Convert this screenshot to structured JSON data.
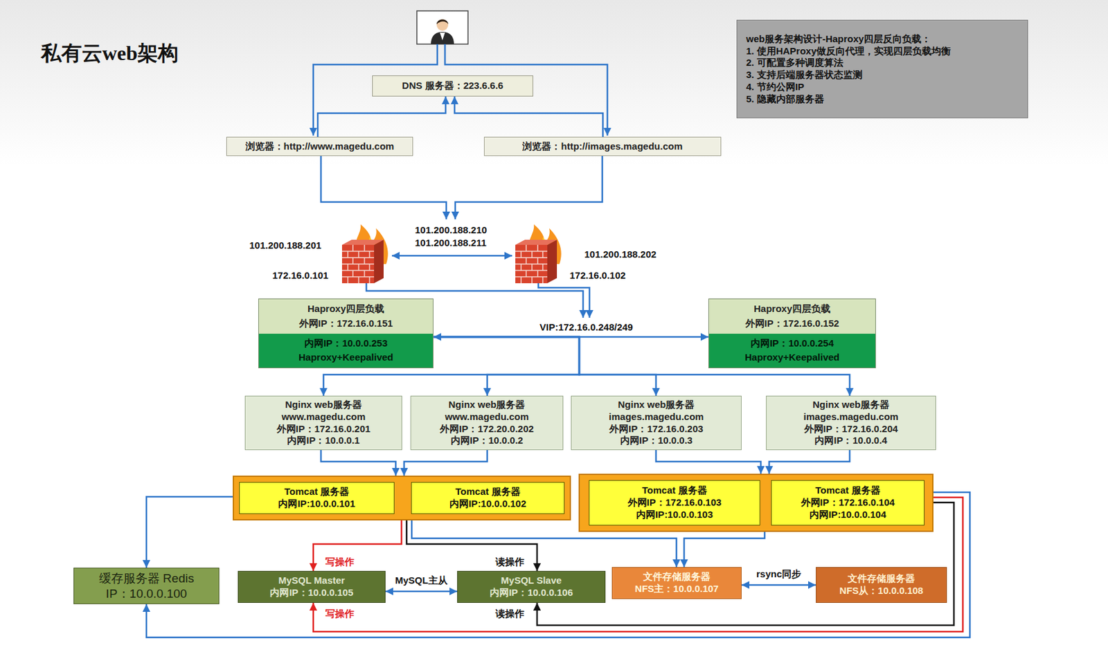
{
  "diagram": {
    "title": "私有云web架构",
    "nodes": [
      {
        "text": [
          "web服务架构设计-Haproxy四层反向负载：",
          "1. 使用HAProxy做反向代理，实现四层负载均衡",
          "2. 可配置多种调度算法",
          "3. 支持后端服务器状态监测",
          "4. 节约公网IP",
          "5. 隐藏内部服务器"
        ]
      },
      {
        "text": [
          "DNS 服务器：223.6.6.6"
        ]
      },
      {
        "text": [
          "浏览器：http://www.magedu.com"
        ]
      },
      {
        "text": [
          "浏览器：http://images.magedu.com"
        ]
      },
      {
        "text": [
          "Haproxy四层负载",
          "外网IP：172.16.0.151",
          "内网IP：10.0.0.253",
          "Haproxy+Keepalived"
        ]
      },
      {
        "text": [
          "Haproxy四层负载",
          "外网IP：172.16.0.152",
          "内网IP：10.0.0.254",
          "Haproxy+Keepalived"
        ]
      },
      {
        "text": [
          "Nginx web服务器",
          "www.magedu.com",
          "外网IP：172.16.0.201",
          "内网IP：10.0.0.1"
        ]
      },
      {
        "text": [
          "Nginx web服务器",
          "www.magedu.com",
          "外网IP：172.20.0.202",
          "内网IP：10.0.0.2"
        ]
      },
      {
        "text": [
          "Nginx web服务器",
          "images.magedu.com",
          "外网IP：172.16.0.203",
          "内网IP：10.0.0.3"
        ]
      },
      {
        "text": [
          "Nginx web服务器",
          "images.magedu.com",
          "外网IP：172.16.0.204",
          "内网IP：10.0.0.4"
        ]
      },
      {
        "text": []
      },
      {
        "text": [
          "Tomcat 服务器",
          "内网IP:10.0.0.101"
        ],
        "in": 10
      },
      {
        "text": [
          "Tomcat 服务器",
          "内网IP:10.0.0.102"
        ],
        "in": 10
      },
      {
        "text": []
      },
      {
        "text": [
          "Tomcat 服务器",
          "外网IP：172.16.0.103",
          "内网IP:10.0.0.103"
        ],
        "in": 13
      },
      {
        "text": [
          "Tomcat 服务器",
          "外网IP：172.16.0.104",
          "内网IP:10.0.0.104"
        ],
        "in": 13
      },
      {
        "text": [
          "缓存服务器 Redis",
          "IP：10.0.0.100"
        ]
      },
      {
        "text": [
          "MySQL Master",
          "内网IP：10.0.0.105"
        ]
      },
      {
        "text": [
          "MySQL Slave",
          "内网IP：10.0.0.106"
        ]
      },
      {
        "text": [
          "文件存储服务器",
          "NFS主：10.0.0.107"
        ]
      },
      {
        "text": [
          "文件存储服务器",
          "NFS从：10.0.0.108"
        ]
      }
    ],
    "edges": [
      {
        "from": 2,
        "to": 1,
        "arrow": "to"
      },
      {
        "from": 3,
        "to": 1,
        "arrow": "to"
      },
      {
        "from": 4,
        "to": 5,
        "arrow": "both",
        "label": "VIP:172.16.0.248/249"
      },
      {
        "from": 4,
        "to": 6,
        "arrow": "to"
      },
      {
        "from": 4,
        "to": 7,
        "arrow": "to"
      },
      {
        "from": 4,
        "to": 8,
        "arrow": "to"
      },
      {
        "from": 4,
        "to": 9,
        "arrow": "to"
      },
      {
        "from": 6,
        "to": 10,
        "arrow": "to"
      },
      {
        "from": 7,
        "to": 10,
        "arrow": "to"
      },
      {
        "from": 8,
        "to": 13,
        "arrow": "to"
      },
      {
        "from": 9,
        "to": 13,
        "arrow": "to"
      },
      {
        "from": 10,
        "to": 16,
        "arrow": "to"
      },
      {
        "from": 10,
        "to": 17,
        "arrow": "to",
        "label": "写操作"
      },
      {
        "from": 10,
        "to": 18,
        "arrow": "to",
        "label": "读操作"
      },
      {
        "from": 10,
        "to": 19,
        "arrow": "to"
      },
      {
        "from": 13,
        "to": 19,
        "arrow": "to"
      },
      {
        "from": 13,
        "to": 17,
        "arrow": "to",
        "label": "写操作"
      },
      {
        "from": 13,
        "to": 18,
        "arrow": "to",
        "label": "读操作"
      },
      {
        "from": 13,
        "to": 16,
        "arrow": "to"
      },
      {
        "from": 17,
        "to": 18,
        "arrow": "both",
        "label": "MySQL主从"
      },
      {
        "from": 19,
        "to": 20,
        "arrow": "both",
        "label": "rsync同步"
      }
    ],
    "labels": [
      "101.200.188.201",
      "172.16.0.101",
      "101.200.188.210",
      "101.200.188.211",
      "101.200.188.202",
      "172.16.0.102"
    ]
  }
}
